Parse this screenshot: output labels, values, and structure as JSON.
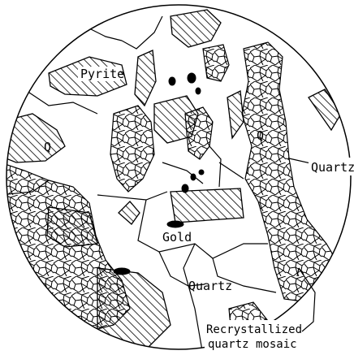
{
  "figure": {
    "background": "#ffffff",
    "ink": "#000000",
    "labels": {
      "pyrite": "Pyrite",
      "q_left": "Q",
      "q_right": "Q",
      "quartz_right": "Quartz",
      "gold": "Gold",
      "quartz_bottom": "Quartz",
      "mosaic_line1": "Recrystallized",
      "mosaic_line2": "quartz mosaic"
    }
  }
}
